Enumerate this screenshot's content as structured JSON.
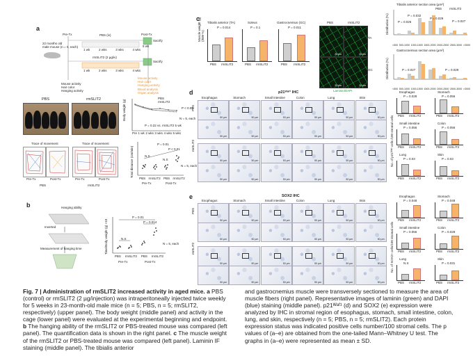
{
  "panel_letters": {
    "a": "a",
    "b": "b",
    "c": "c",
    "d": "d",
    "e": "e"
  },
  "panel_a": {
    "mouse_text": "22 months old\nmale mouse (n = 5, each)",
    "pre_tx": "Pre-Tx",
    "post_tx": "Post-Tx",
    "pbs_label": "PBS (iv)",
    "rm_label": "rmSLIT2 (2 µg/iv)",
    "timeline_ticks": [
      "1 wk",
      "2 wks",
      "3 wks",
      "4 wks"
    ],
    "pre_measures": "Mouse activity\nHair color\nHanging activity",
    "post_measures": "Mouse activity\nHair color\nHanging activity\nBlood analysis\nOrgan analysis",
    "sacrify": "Sacrify",
    "wk5": "5 wk",
    "photo_labels": [
      "PBS",
      "rmSLIT2"
    ],
    "bw_ylabel": "Body weight (g)",
    "bw_legend": [
      "PBS",
      "rmSLIT2"
    ],
    "bw_stat": "P = 0.22 vs. rmSLIT2 5 wk",
    "bw_n": "N = 5, each",
    "bw_p": "P < 0.05",
    "bw_xticks": [
      "Pre",
      "1 wk",
      "2 wks",
      "3 wks",
      "4 wks",
      "5 wks"
    ],
    "trace_titles": [
      "Trace of movement",
      "Trace of movement"
    ],
    "trace_sub": [
      "Pre-Tx",
      "Post-Tx",
      "Pre-Tx",
      "Post-Tx"
    ],
    "trace_group": [
      "PBS",
      "rmSLIT2"
    ],
    "dist_ylabel": "Total distance (cm/min)",
    "dist_p": [
      "P = 0.01",
      "N.S",
      "N.S",
      "P < 0.01"
    ],
    "dist_x": [
      "PBS",
      "rmSLIT2",
      "PBS",
      "rmSLIT2"
    ],
    "dist_groups": [
      "Pre-Tx",
      "Post-Tx"
    ],
    "dist_n": "N = 5, each"
  },
  "panel_b": {
    "hanging_title": "Hanging ability",
    "inverted": "Inverted",
    "measure": "Measurement of hanging time",
    "ylabel": "Time/Body weight (g) ×10",
    "p": [
      "P = 0.01",
      "P = 0.014",
      "N.S"
    ],
    "x": [
      "PBS",
      "rmSLIT2",
      "PBS",
      "rmSLIT2"
    ],
    "groups": [
      "Pre-Tx",
      "Post-Tx"
    ],
    "n": "N = 5, each"
  },
  "panel_c": {
    "muscles": [
      "Tibialis anterior (TA)",
      "Soleus",
      "Gastrocnemius (GC)"
    ],
    "ylabel": "Muscle weight (g)\n(/BW %)",
    "p": [
      "P = 0.014",
      "P = 0.1",
      "P = 0.011"
    ],
    "x": [
      "PBS",
      "rmSLIT2"
    ],
    "if_labels": [
      "PBS",
      "rmSLIT2"
    ],
    "if_rows": [
      "TA",
      "GC"
    ],
    "if_legend": "Laminin/DAPI",
    "scalebar": "20 µm",
    "dist_title_ta": "Tibialis anterior section area (µm²)",
    "dist_title_gc": "Gastrocnemius section area (µm²)",
    "dist_ylabel": "Distribution (%)",
    "dist_legend": [
      "PBS",
      "rmSLIT2"
    ],
    "dist_x": [
      "<500",
      "500-1000",
      "1000-1500",
      "1500-2000",
      "2000-2500",
      "2500-3000",
      ">3000"
    ],
    "dist_p_ta": [
      "P = 0.026",
      "P = 0.032",
      "P = 0.029",
      "P = 0.027"
    ],
    "dist_p_gc": [
      "P = 0.027",
      "P = 0.029"
    ]
  },
  "panel_d": {
    "title": "p21ᵂᵃᶠ¹ IHC",
    "tissues": [
      "Esophagus",
      "Stomach",
      "Small intestine",
      "Colon",
      "Lung",
      "Skin"
    ],
    "rows": [
      "PBS",
      "rmSLIT2"
    ],
    "scalebar": "50 µm",
    "graph_ylabel": "No. of p21ᵂᵃᶠ¹ cells /100 stromal cells",
    "graphs": [
      {
        "title": "Esophagus",
        "p": "P = 0.028"
      },
      {
        "title": "Stomach",
        "p": "P = 0.056"
      },
      {
        "title": "Small intestine",
        "p": "P = 0.056"
      },
      {
        "title": "Colon",
        "p": "P = 0.056"
      },
      {
        "title": "Lung",
        "p": "P = 0.03"
      },
      {
        "title": "Skin",
        "p": "P = 0.03"
      }
    ],
    "x": [
      "PBS",
      "rmSLIT2"
    ]
  },
  "panel_e": {
    "title": "SOX2 IHC",
    "tissues": [
      "Esophagus",
      "Stomach",
      "Small intestine",
      "Colon",
      "Lung",
      "Skin"
    ],
    "rows": [
      "PBS",
      "rmSLIT2"
    ],
    "scalebar": "50 µm",
    "graph_ylabel": "No. of SOX2+ cells/100 stromal cells",
    "graphs": [
      {
        "title": "Esophagus",
        "p": "P = 0.048"
      },
      {
        "title": "Stomach",
        "p": "P = 0.048"
      },
      {
        "title": "Small intestine",
        "p": "P = 0.056"
      },
      {
        "title": "Colon",
        "p": "P = 0.028"
      },
      {
        "title": "Lung",
        "p": "N.S"
      },
      {
        "title": "Skin",
        "p": "P = 0.031"
      }
    ],
    "x": [
      "PBS",
      "rmSLIT2"
    ]
  },
  "caption": {
    "fig": "Fig. 7 | Administration of rmSLIT2 increased activity in aged mice.",
    "a_label": "a",
    "a_text": " PBS (control) or rmSLIT2 (2 µg/injection) was intraperitoneally injected twice weekly for 5 weeks in 23-month-old male mice (n = 5; PBS, n = 5; rmSLIT2, respectively) (upper panel). The body weight (middle panel) and activity in the cage (lower panel) were evaluated at the experimental beginning and endpoint.",
    "b_label": "b",
    "b_text": " The hanging ability of the rmSLIT2 or PBS-treated mouse was compared (left panel). The quantification data is shown in the right panel.",
    "c_label": "c",
    "c_text": " The muscle weight of the rmSLIT2 or PBS-treated mouse was compared (left panel). Laminin IF staining (middle panel). The tibialis anterior",
    "right_text": "and gastrocnemius muscle were transversely sectioned to measure the area of muscle fibers (right panel). Representative images of laminin (green) and DAPI (blue) staining (middle panel). p21ᵂᵃᶠ¹ (d) and SOX2 (e) expression were analyzed by IHC in stromal region of esophagus, stomach, small intestine, colon, lung, and skin, respectively (n = 5; PBS, n = 5; rmSLIT2). Each protein expression status was indicated positive cells number/100 stromal cells. The p values of (a–e) are obtained from the one-tailed Mann–Whitney U test. The graphs in (a–e) were represented as mean ± SD."
  },
  "colors": {
    "pbs": "#c9c9c9",
    "rmslit2": "#f5b46a",
    "rmslit2_line": "#e8963a",
    "fluo": "#19c23c"
  }
}
